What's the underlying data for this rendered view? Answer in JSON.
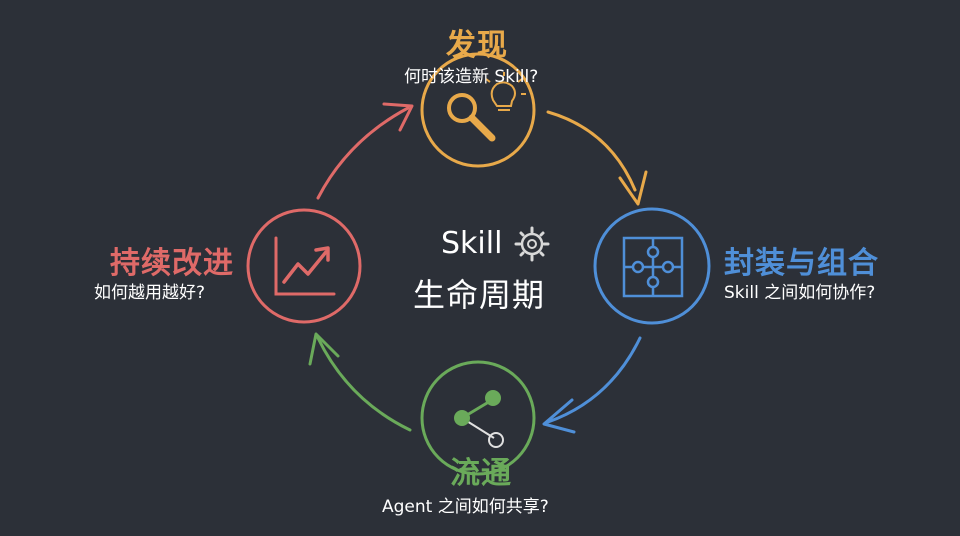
{
  "center": {
    "title": "Skill",
    "subtitle": "生命周期",
    "icon": "gear-icon"
  },
  "stages": {
    "discover": {
      "title": "发现",
      "question": "何时该造新 Skill?",
      "color": "#e8a94a",
      "icons": [
        "magnifier-icon",
        "lightbulb-icon"
      ]
    },
    "package": {
      "title": "封装与组合",
      "question": "Skill 之间如何协作?",
      "color": "#4f8fd8",
      "icons": [
        "puzzle-icon"
      ]
    },
    "share": {
      "title": "流通",
      "question": "Agent 之间如何共享?",
      "color": "#6aaa5a",
      "icons": [
        "share-icon"
      ]
    },
    "improve": {
      "title": "持续改进",
      "question": "如何越用越好?",
      "color": "#df6a68",
      "icons": [
        "trend-chart-icon"
      ]
    }
  },
  "background": "#2c3038"
}
